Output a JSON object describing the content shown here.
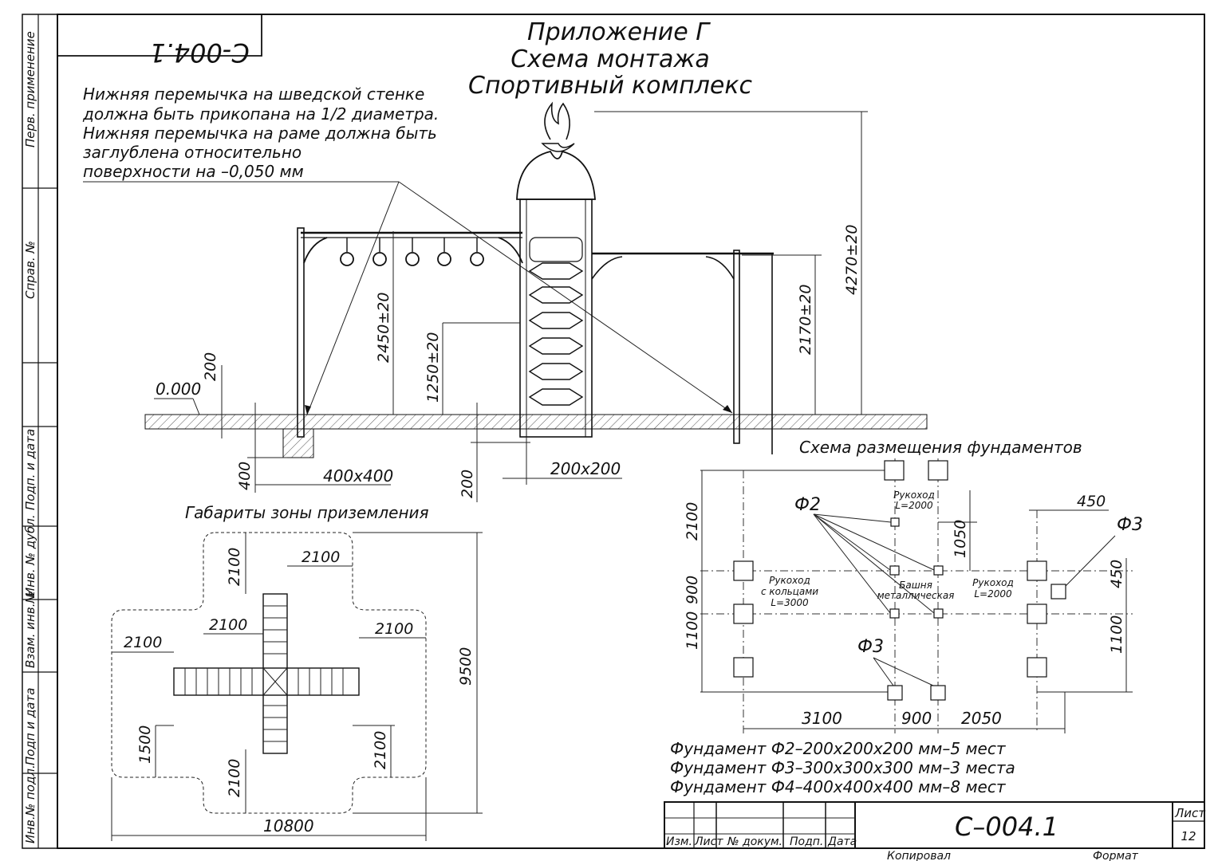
{
  "stamp": {
    "code_mirrored": "С-004.1"
  },
  "header": {
    "appendix": "Приложение Г",
    "scheme": "Схема монтажа",
    "product": "Спортивный комплекс"
  },
  "note_lines": [
    "Нижняя перемычка на шведской стенке",
    "должна быть прикопана на 1/2 диаметра.",
    "Нижняя перемычка на раме должна быть",
    "заглублена относительно",
    " поверхности на –0,050 мм"
  ],
  "side_columns": [
    "Перв. применение",
    "Справ. №",
    "Подп. и дата",
    "Инв. № дубл.",
    "Взам. инв.№",
    "Подп и дата",
    "Инв.№ подл."
  ],
  "elevation": {
    "ground_level": "0.000",
    "dim_200_top": "200",
    "dim_2450": "2450±20",
    "dim_1250": "1250±20",
    "dim_2170": "2170±20",
    "dim_4270": "4270±20",
    "dim_400": "400",
    "dim_400x400": "400х400",
    "dim_200_bottom": "200",
    "dim_200x200": "200х200"
  },
  "landing_zone": {
    "title": "Габариты зоны приземления",
    "dim_top_v": "2100",
    "dim_top_h": "2100",
    "dim_left_arm": "2100",
    "dim_far_left": "2100",
    "dim_right_arm": "2100",
    "dim_total_h": "9500",
    "dim_1500": "1500",
    "dim_bottom_l": "2100",
    "dim_bottom_r": "2100",
    "dim_total_w": "10800"
  },
  "foundations": {
    "title": "Схема размещения фундаментов",
    "label_f2": "Ф2",
    "label_f3_right": "Ф3",
    "label_f3_bottom": "Ф3",
    "rail_top": "Рукоход",
    "rail_top_len": "L=2000",
    "rings_1": "Рукоход",
    "rings_2": "с кольцами",
    "rings_3": "L=3000",
    "tower_1": "Башня",
    "tower_2": "металлическая",
    "rail_right": "Рукоход",
    "rail_right_len": "L=2000",
    "dim_2100": "2100",
    "dim_900_v": "900",
    "dim_1100_l": "1100",
    "dim_1050": "1050",
    "dim_450_h": "450",
    "dim_450_v": "450",
    "dim_1100_r": "1100",
    "dim_3100": "3100",
    "dim_900_h": "900",
    "dim_2050": "2050"
  },
  "foundation_notes": [
    "Фундамент Ф2–200х200х200 мм–5 мест",
    "Фундамент Ф3–300х300х300 мм–3 места",
    "Фундамент Ф4–400х400х400 мм–8 мест"
  ],
  "title_block": {
    "code": "С–004.1",
    "h1": "Изм.",
    "h2": "Лист",
    "h3": "№ докум.",
    "h4": "Подп.",
    "h5": "Дата",
    "sheet_label": "Лист",
    "sheet_no": "12",
    "copied": "Копировал",
    "format": "Формат"
  }
}
